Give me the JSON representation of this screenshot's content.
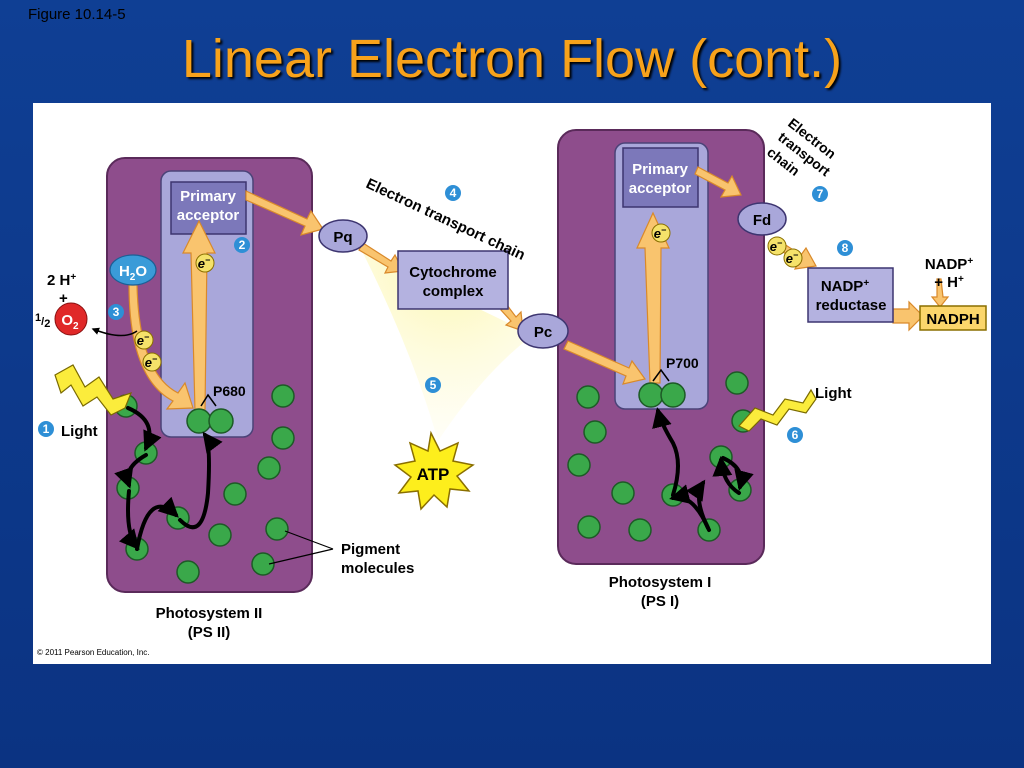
{
  "slide": {
    "figure_label": "Figure 10.14-5",
    "title": "Linear Electron Flow (cont.)"
  },
  "diagram": {
    "ps2": {
      "primary_acceptor": [
        "Primary",
        "acceptor"
      ],
      "reaction_center": "P680",
      "name": [
        "Photosystem II",
        "(PS II)"
      ]
    },
    "ps1": {
      "primary_acceptor": [
        "Primary",
        "acceptor"
      ],
      "reaction_center": "P700",
      "name": [
        "Photosystem I",
        "(PS I)"
      ]
    },
    "water": {
      "h2o": "H",
      "h2o_sub": "2",
      "h2o_end": "O",
      "two_h": "2 H",
      "plus": "+",
      "half": "1",
      "half_den": "2",
      "o2": "O",
      "o2_sub": "2"
    },
    "electron": "e",
    "etc1_label": "Electron transport chain",
    "etc2_label": [
      "Electron",
      "transport",
      "chain"
    ],
    "pq": "Pq",
    "cytochrome": [
      "Cytochrome",
      "complex"
    ],
    "pc": "Pc",
    "fd": "Fd",
    "nadp_reductase": [
      "NADP",
      "reductase"
    ],
    "nadp_input": [
      "NADP",
      "+ H"
    ],
    "nadph": "NADPH",
    "atp": "ATP",
    "light": "Light",
    "pigment": [
      "Pigment",
      "molecules"
    ],
    "steps": [
      "1",
      "2",
      "3",
      "4",
      "5",
      "6",
      "7",
      "8"
    ],
    "copyright": "© 2011 Pearson Education, Inc."
  }
}
